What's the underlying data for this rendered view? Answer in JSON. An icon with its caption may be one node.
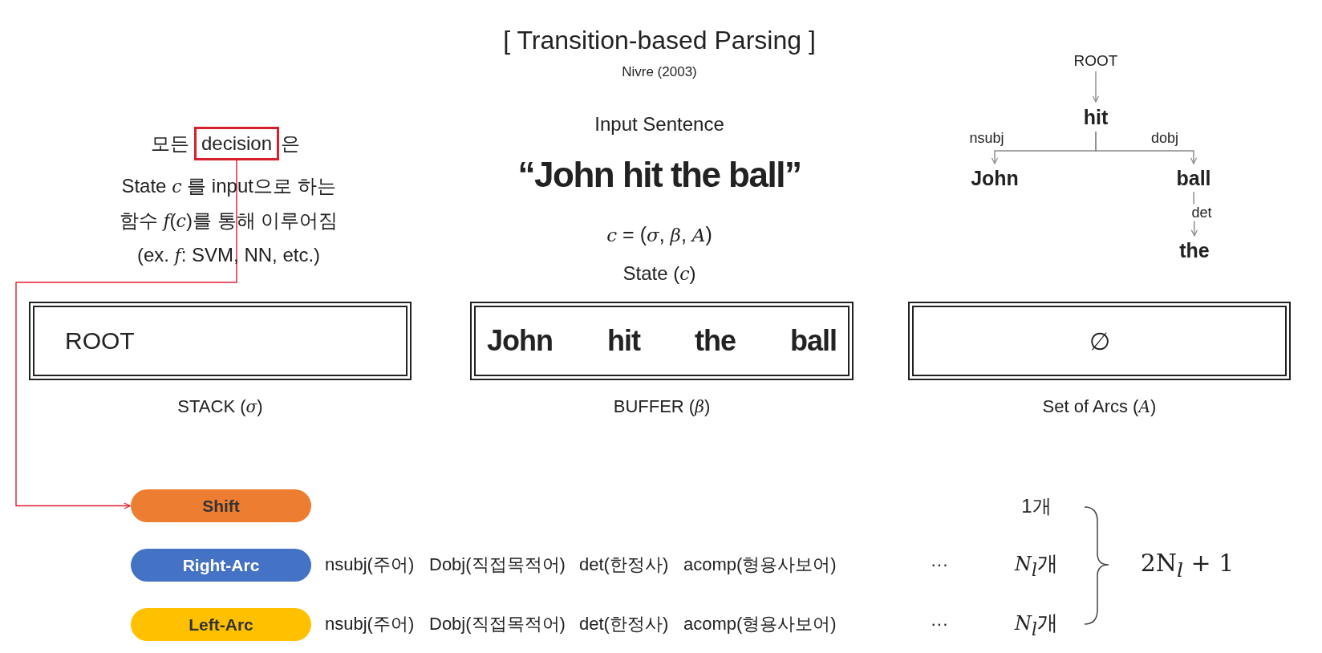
{
  "diagram": {
    "title": "[ Transition-based Parsing ]",
    "nodes": [
      {
        "text": [
          "decision"
        ],
        "beside": [
          "모든",
          "은"
        ]
      },
      {
        "text": [
          "ROOT"
        ],
        "beside": [
          "STACK (*σ*)"
        ]
      },
      {
        "text": [
          "John",
          "hit",
          "the",
          "ball"
        ],
        "beside": [
          "BUFFER (*β*)"
        ]
      },
      {
        "text": [
          "∅"
        ],
        "beside": [
          "Set of Arcs (*A*)"
        ]
      },
      {
        "text": [
          "ROOT"
        ]
      },
      {
        "text": [
          "hit"
        ]
      },
      {
        "text": [
          "John"
        ]
      },
      {
        "text": [
          "ball"
        ]
      },
      {
        "text": [
          "the"
        ]
      },
      {
        "text": [
          "Shift"
        ]
      },
      {
        "text": [
          "Right-Arc"
        ]
      },
      {
        "text": [
          "Left-Arc"
        ]
      }
    ],
    "edges": [
      {
        "from": 0,
        "to": 9,
        "arrow": "to",
        "color": "#e02030"
      },
      {
        "from": 4,
        "to": 5,
        "arrow": "to"
      },
      {
        "from": 5,
        "to": 6,
        "arrow": "to",
        "label": "nsubj"
      },
      {
        "from": 5,
        "to": 7,
        "arrow": "to",
        "label": "dobj"
      },
      {
        "from": 7,
        "to": 8,
        "arrow": "to",
        "label": "det"
      }
    ],
    "labels": [
      "State *c* 를 input으로 하는 함수 *f*(*c*)를 통해 이루어짐 (ex. *f*: SVM, NN, etc.)",
      "Nivre (2003)",
      "Input Sentence",
      "“John hit the ball”",
      "*c* = (*σ*, *β*, *A*)",
      "State (*c*)",
      "1개",
      "nsubj(주어)",
      "Dobj(직접목적어)",
      "det(한정사)",
      "acomp(형용사보어)",
      "···",
      "*N*$_{l}$개",
      "2N$_{l}$ + 1",
      "nsubj(주어)",
      "Dobj(직접목적어)",
      "det(한정사)",
      "acomp(형용사보어)",
      "···",
      "*N*$_{l}$개"
    ]
  }
}
